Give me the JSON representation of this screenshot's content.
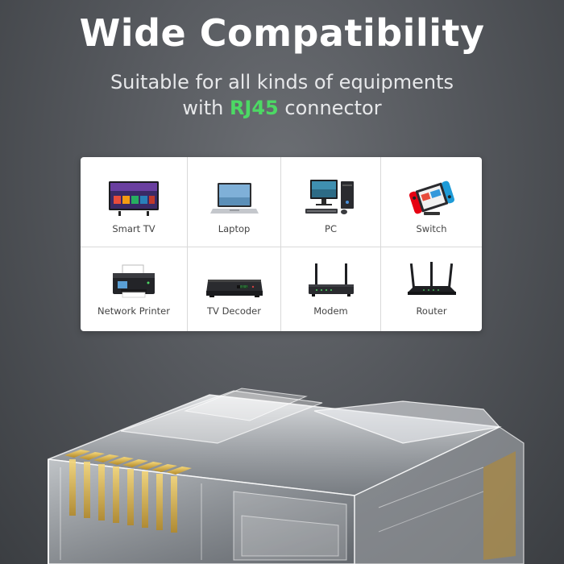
{
  "header": {
    "title": "Wide Compatibility",
    "subtitle_line1": "Suitable for all kinds of equipments",
    "subtitle_line2_pre": "with ",
    "subtitle_line2_accent": "RJ45",
    "subtitle_line2_post": " connector"
  },
  "devices": [
    {
      "label": "Smart TV",
      "icon": "smart-tv-icon"
    },
    {
      "label": "Laptop",
      "icon": "laptop-icon"
    },
    {
      "label": "PC",
      "icon": "pc-icon"
    },
    {
      "label": "Switch",
      "icon": "game-switch-icon"
    },
    {
      "label": "Network Printer",
      "icon": "printer-icon"
    },
    {
      "label": "TV Decoder",
      "icon": "tv-decoder-icon"
    },
    {
      "label": "Modem",
      "icon": "modem-icon"
    },
    {
      "label": "Router",
      "icon": "router-icon"
    }
  ],
  "colors": {
    "accent": "#4cd964",
    "title": "#ffffff",
    "pin_gold": "#d9b24a"
  }
}
